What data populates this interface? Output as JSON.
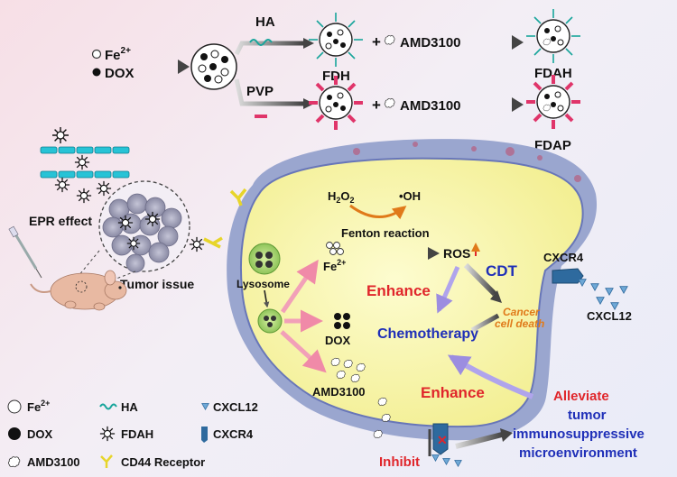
{
  "synthesis": {
    "fe_label": "Fe",
    "fe_sup": "2+",
    "dox_label": "DOX",
    "ha_label": "HA",
    "pvp_label": "PVP",
    "plus1": "+",
    "plus2": "+",
    "amd_label_1": "AMD3100",
    "amd_label_2": "AMD3100",
    "fdh_label": "FDH",
    "fdah_label": "FDAH",
    "fdap_label": "FDAP"
  },
  "left": {
    "epr_label": "EPR effect",
    "tumor_issue_label": "Tumor issue"
  },
  "cell": {
    "h2o2_label": "H",
    "h2o2_sub": "2",
    "h2o2_o": "O",
    "h2o2_sub2": "2",
    "oh_label": "•OH",
    "fenton_label": "Fenton reaction",
    "lysosome_label": "Lysosome",
    "fe_label": "Fe",
    "fe_sup": "2+",
    "ros_label": "ROS",
    "enhance_1": "Enhance",
    "cdt_label": "CDT",
    "death_line1": "Cancer",
    "death_line2": "cell death",
    "dox_label": "DOX",
    "chemo_label": "Chemotherapy",
    "amd_label": "AMD3100",
    "enhance_2": "Enhance",
    "inhibit_label": "Inhibit"
  },
  "right": {
    "cxcr4_label": "CXCR4",
    "cxcl12_label": "CXCL12",
    "alleviate": "Alleviate",
    "tumor": "tumor",
    "immuno": "immunosuppressive",
    "micro": "microenvironment"
  },
  "legend": {
    "fe_label": "Fe",
    "fe_sup": "2+",
    "ha_label": "HA",
    "cxcl12_label": "CXCL12",
    "dox_label": "DOX",
    "fdah_label": "FDAH",
    "cxcr4_label": "CXCR4",
    "amd_label": "AMD3100",
    "cd44_label": "CD44 Receptor"
  },
  "colors": {
    "enhance": "#e0262b",
    "cdt": "#1f2fb8",
    "death": "#e07a1a",
    "alleviate": "#e0262b",
    "microenv": "#1f2fb8",
    "cell_fill": "#f8f6ae",
    "membrane": "#9ba8cf",
    "pink_spike": "#e0356a",
    "teal": "#18a59b",
    "cxcr4": "#2e6a9e"
  }
}
